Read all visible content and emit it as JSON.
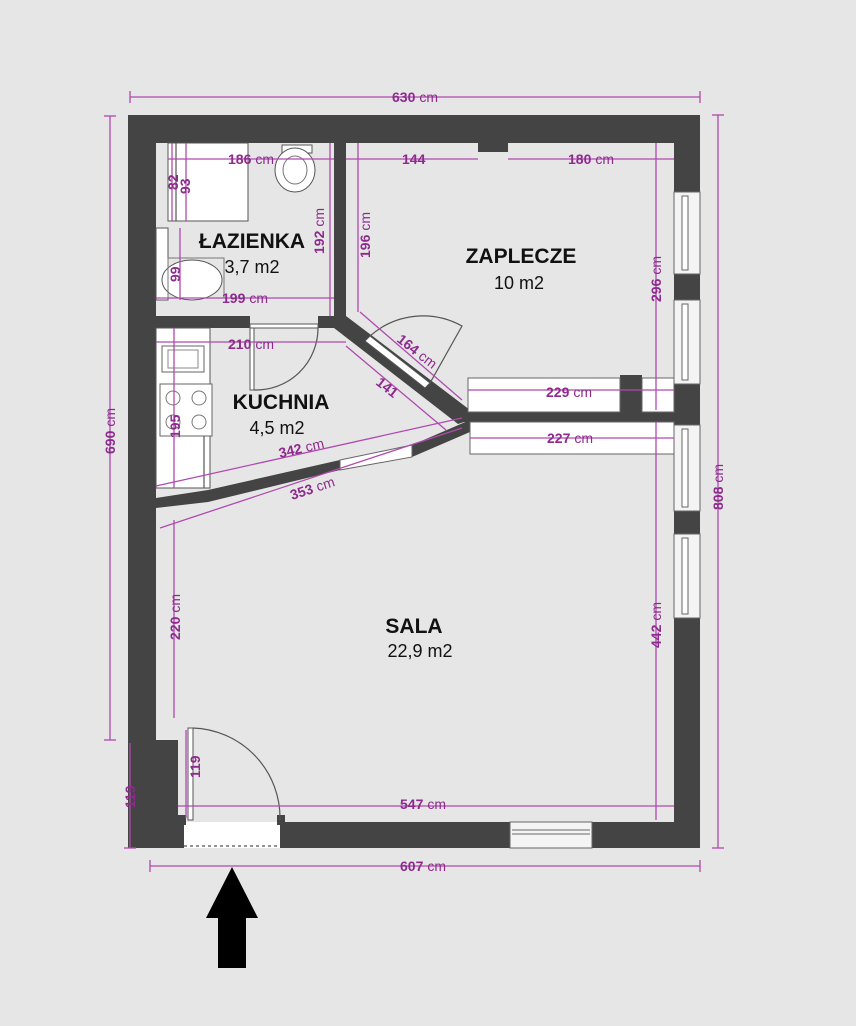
{
  "rooms": {
    "lazienka": {
      "name": "ŁAZIENKA",
      "area": "3,7 m2"
    },
    "zaplecze": {
      "name": "ZAPLECZE",
      "area": "10 m2"
    },
    "kuchnia": {
      "name": "KUCHNIA",
      "area": "4,5 m2"
    },
    "sala": {
      "name": "SALA",
      "area": "22,9 m2"
    }
  },
  "unit": "cm",
  "dimensions": {
    "top_total": "630",
    "bottom_total": "607",
    "left_total": "690",
    "right_total": "808",
    "entrance_side": "119",
    "door_width": "119",
    "lazienka_top": "186",
    "lazienka_82": "82",
    "lazienka_93": "93",
    "lazienka_height": "192",
    "lazienka_99": "99",
    "lazienka_bottom": "199",
    "zaplecze_144": "144",
    "zaplecze_180": "180",
    "zaplecze_196": "196",
    "zaplecze_296": "296",
    "diag_164": "164",
    "kuchnia_210": "210",
    "diag_141": "141",
    "kuchnia_195": "195",
    "counter_229": "229",
    "counter_227": "227",
    "diag_342": "342",
    "diag_353": "353",
    "sala_220": "220",
    "sala_442": "442",
    "sala_547": "547"
  }
}
